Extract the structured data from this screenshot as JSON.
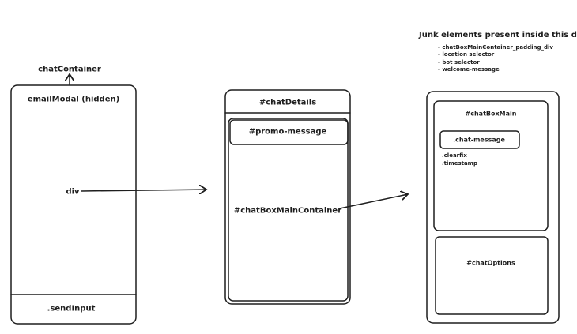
{
  "left_panel": {
    "parent_label": "chatContainer",
    "top_label": "emailModal (hidden)",
    "middle_label": "div",
    "bottom_label": ".sendInput"
  },
  "middle_panel": {
    "header_label": "#chatDetails",
    "promo_label": "#promo-message",
    "container_label": "#chatBoxMainContainer"
  },
  "right_panel": {
    "main_label": "#chatBoxMain",
    "message_label": ".chat-message",
    "clearfix_label": ".clearfix",
    "timestamp_label": ".timestamp",
    "options_label": "#chatOptions"
  },
  "junk_note": {
    "title": "Junk elements present inside this div.",
    "items": [
      "- chatBoxMainContainer_padding_div",
      "- location selector",
      "- bot selector",
      "- welcome-message"
    ]
  },
  "colors": {
    "stroke": "#1e1e1e",
    "background": "#ffffff"
  }
}
